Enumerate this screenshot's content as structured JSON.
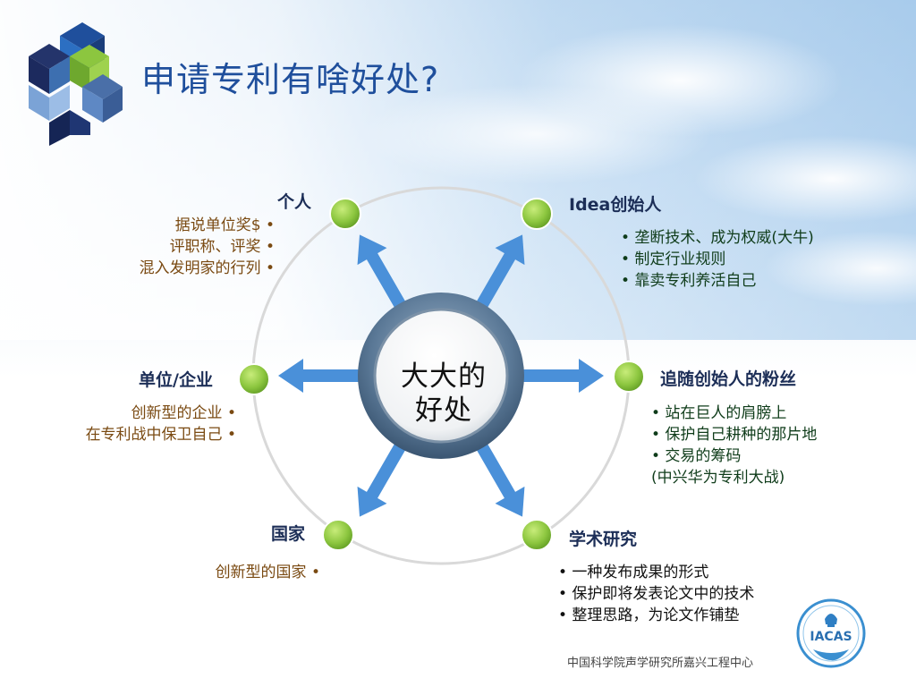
{
  "title": "申请专利有啥好处?",
  "center": {
    "line1": "大大的",
    "line2": "好处"
  },
  "nodes": {
    "personal": {
      "label": "个人",
      "items": [
        "据说单位奖$ •",
        "评职称、评奖 •",
        "混入发明家的行列 •"
      ]
    },
    "founder": {
      "label": "Idea创始人",
      "items": [
        "• 垄断技术、成为权威(大牛)",
        "• 制定行业规则",
        "• 靠卖专利养活自己"
      ]
    },
    "company": {
      "label": "单位/企业",
      "items": [
        "创新型的企业 •",
        "在专利战中保卫自己 •"
      ]
    },
    "followers": {
      "label": "追随创始人的粉丝",
      "items": [
        "• 站在巨人的肩膀上",
        "• 保护自己耕种的那片地",
        "• 交易的筹码",
        "(中兴华为专利大战)"
      ]
    },
    "country": {
      "label": "国家",
      "items": [
        "创新型的国家 •"
      ]
    },
    "academic": {
      "label": "学术研究",
      "items": [
        "• 一种发布成果的形式",
        "• 保护即将发表论文中的技术",
        "• 整理思路，为论文作铺垫"
      ]
    }
  },
  "footer": "中国科学院声学研究所嘉兴工程中心",
  "badge": "IACAS",
  "colors": {
    "title": "#1f4f9c",
    "node": "#8cc63f",
    "arrow": "#4a90d9",
    "ring": "#d9d9d9"
  }
}
